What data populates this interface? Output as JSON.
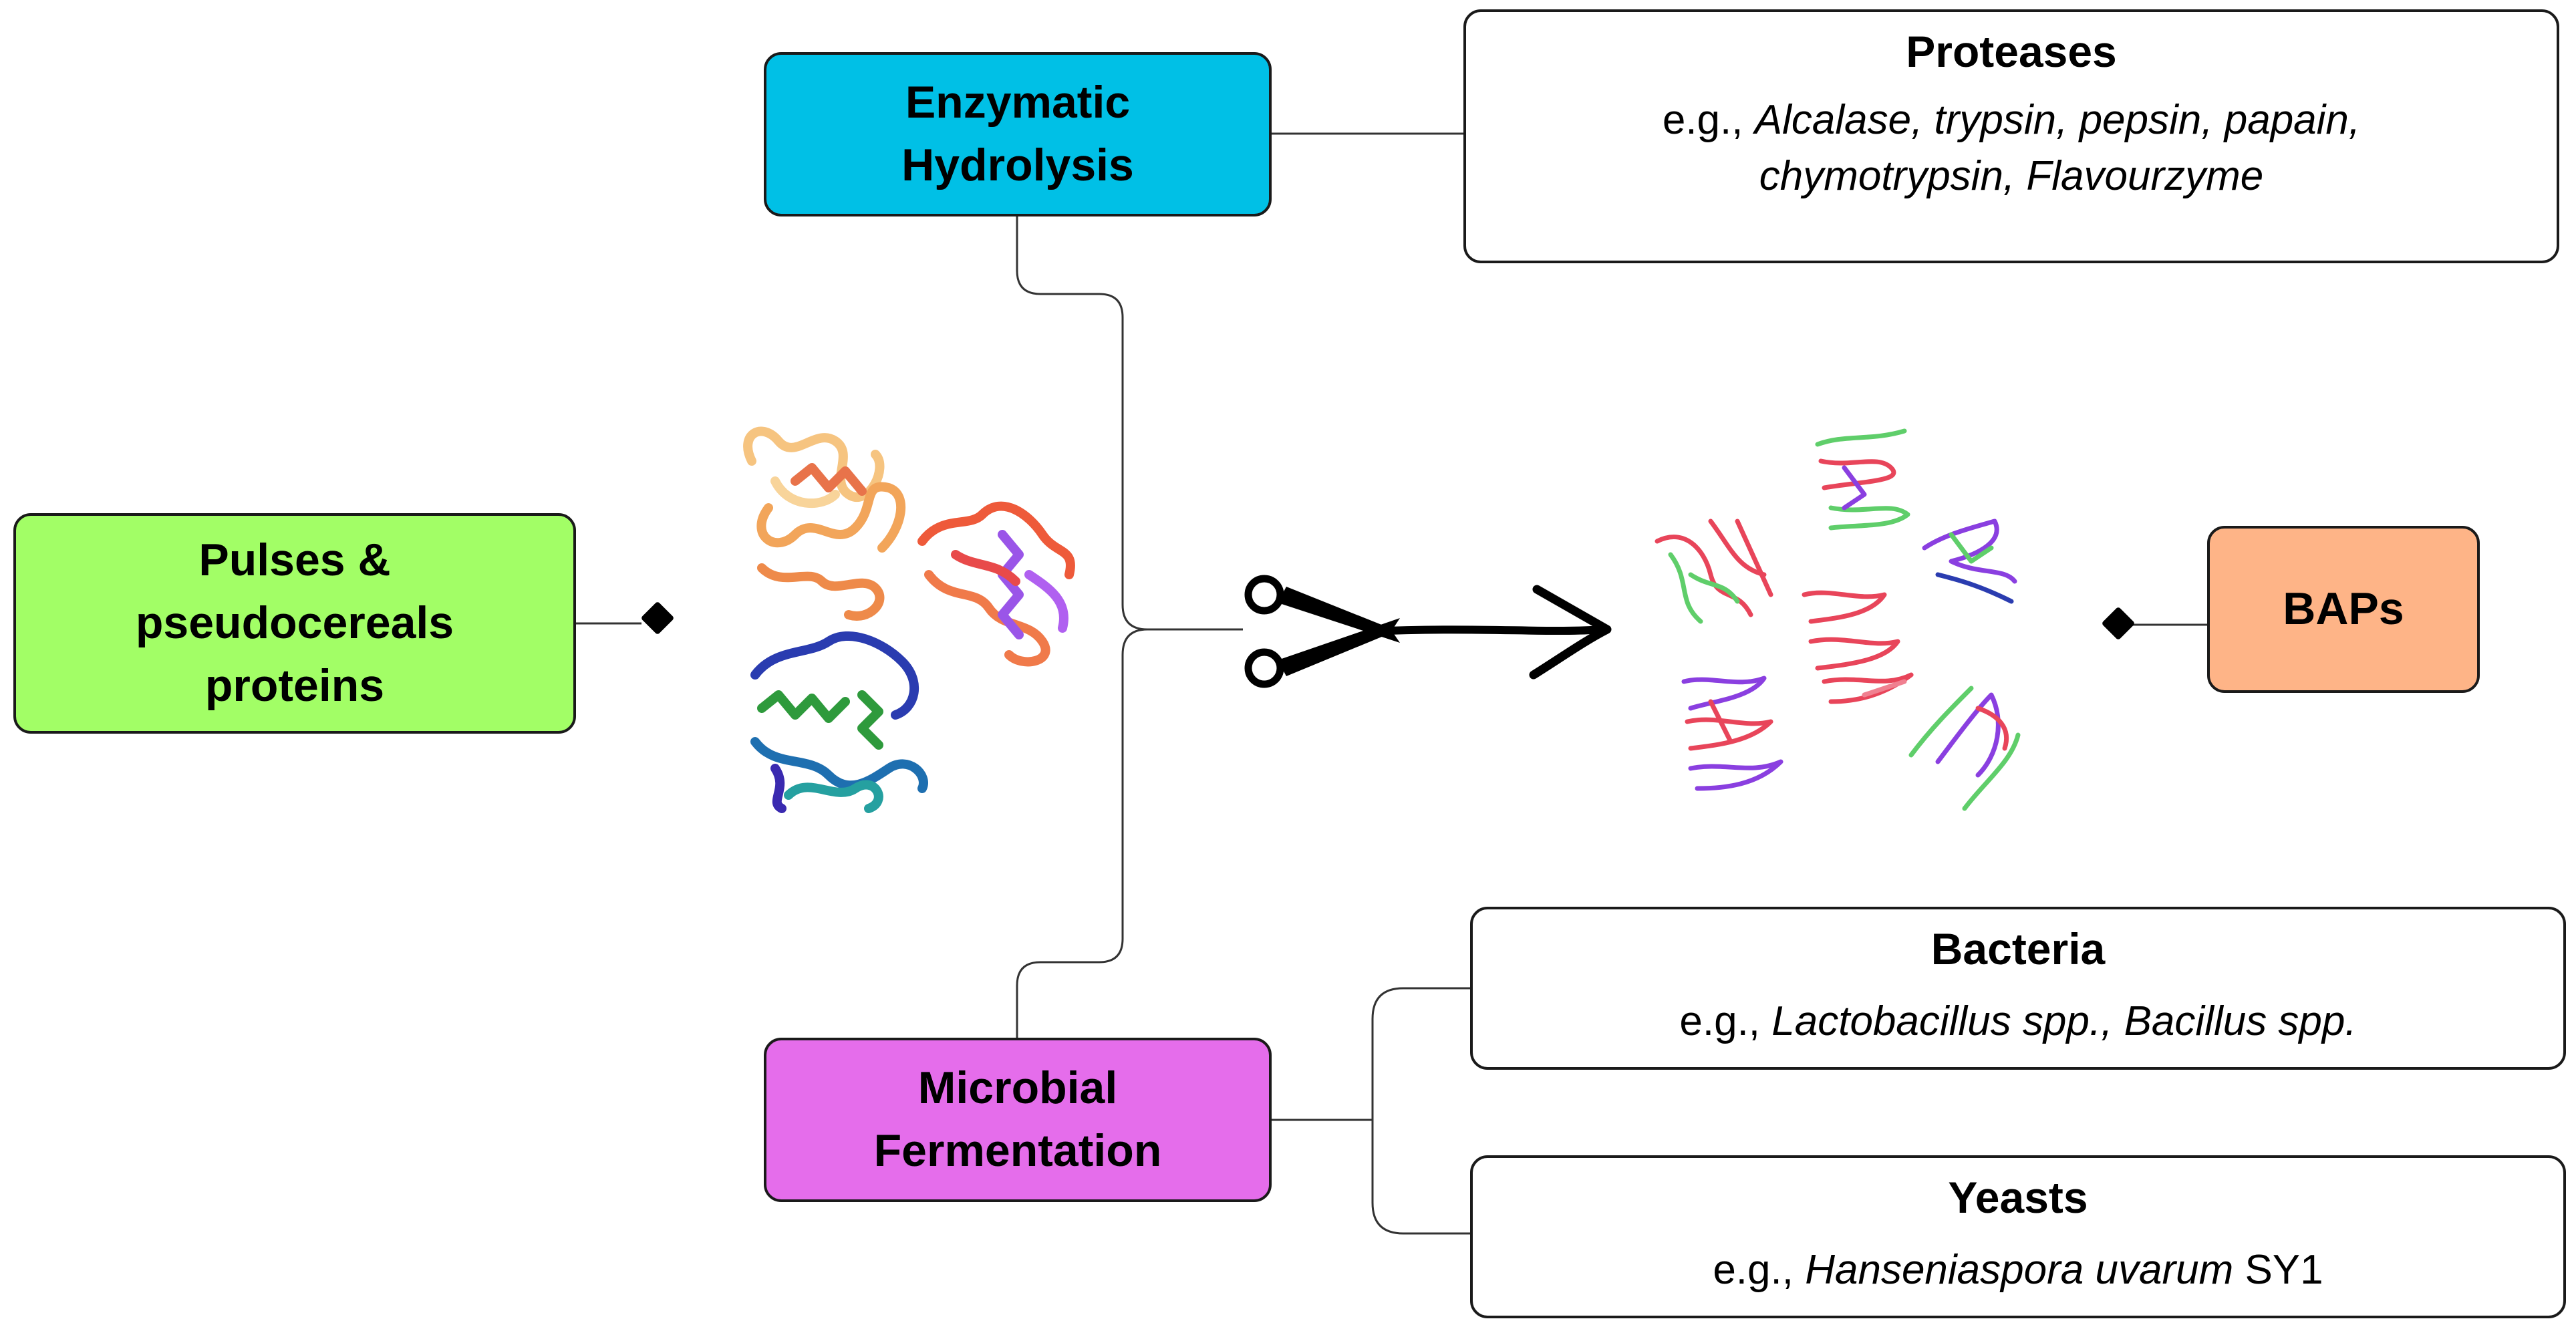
{
  "nodes": {
    "pulses": {
      "lines": [
        "Pulses &",
        "pseudocereals",
        "proteins"
      ],
      "color": "#a2fe66"
    },
    "enzymatic": {
      "lines": [
        "Enzymatic",
        "Hydrolysis"
      ],
      "color": "#00c0e6"
    },
    "microbial": {
      "lines": [
        "Microbial",
        "Fermentation"
      ],
      "color": "#e56deb"
    },
    "baps": {
      "label": "BAPs",
      "color": "#feb487"
    }
  },
  "info": {
    "proteases": {
      "title": "Proteases",
      "eg": "e.g.,",
      "line1": "Alcalase, trypsin, pepsin, papain,",
      "line2": "chymotrypsin, Flavourzyme"
    },
    "bacteria": {
      "title": "Bacteria",
      "eg": "e.g.,",
      "species1": "Lactobacillus spp.,",
      "species2": "Bacillus spp."
    },
    "yeasts": {
      "title": "Yeasts",
      "eg": "e.g.,",
      "species": "Hanseniaspora uvarum",
      "strain": "SY1"
    }
  },
  "icons": {
    "protein_structures": "protein-ribbon-icon",
    "peptide_fragments": "peptide-fragment-icon",
    "scissors": "scissors-icon",
    "arrow": "arrow-right-icon"
  },
  "colors": {
    "peptide_red": "#e8455a",
    "peptide_green": "#5fce6a",
    "peptide_purple": "#8a3fe0",
    "ribbon_orange": "#f2a55a",
    "ribbon_red": "#ee5a3a",
    "ribbon_blue": "#2a3cb0",
    "ribbon_green": "#2e9a3c"
  }
}
